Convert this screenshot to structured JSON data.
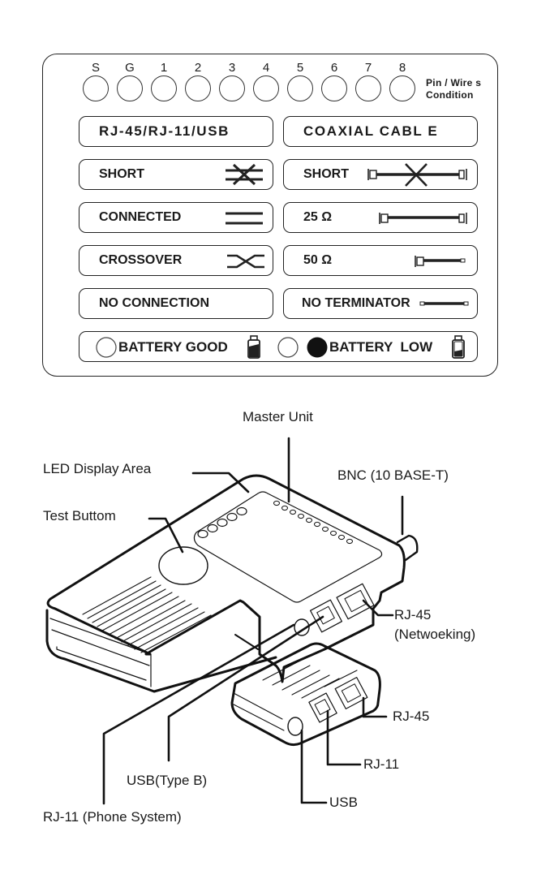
{
  "panel": {
    "pins": [
      "S",
      "G",
      "1",
      "2",
      "3",
      "4",
      "5",
      "6",
      "7",
      "8"
    ],
    "pin_condition_label": [
      "Pin / Wire s",
      "Condition"
    ],
    "left_column": {
      "header": "RJ-45/RJ-11/USB",
      "rows": [
        {
          "label": "SHORT",
          "icon": "short-wire-icon"
        },
        {
          "label": "CONNECTED",
          "icon": "connected-wire-icon"
        },
        {
          "label": "CROSSOVER",
          "icon": "crossover-wire-icon"
        },
        {
          "label": "NO CONNECTION",
          "icon": ""
        }
      ]
    },
    "right_column": {
      "header": "COAXIAL CABL E",
      "rows": [
        {
          "label": "SHORT",
          "icon": "coax-short-icon"
        },
        {
          "label": "25 Ω",
          "icon": "coax-25ohm-icon"
        },
        {
          "label": "50 Ω",
          "icon": "coax-50ohm-icon"
        },
        {
          "label": "NO TERMINATOR",
          "icon": "coax-no-terminator-icon"
        }
      ]
    },
    "battery": {
      "good_label": "BATTERY GOOD",
      "low_label": "BATTERY  LOW",
      "good_led_on": false,
      "low_led_on": true
    }
  },
  "diagram": {
    "labels": {
      "master_unit": "Master Unit",
      "led_display": "LED Display Area",
      "test_button": "Test Buttom",
      "bnc": "BNC (10 BASE-T)",
      "rj45_net_1": "RJ-45",
      "rj45_net_2": "(Netwoeking)",
      "rj45": "RJ-45",
      "rj11": "RJ-11",
      "usb": "USB",
      "usb_type_b": "USB(Type B)",
      "rj11_phone": "RJ-11 (Phone System)"
    }
  }
}
